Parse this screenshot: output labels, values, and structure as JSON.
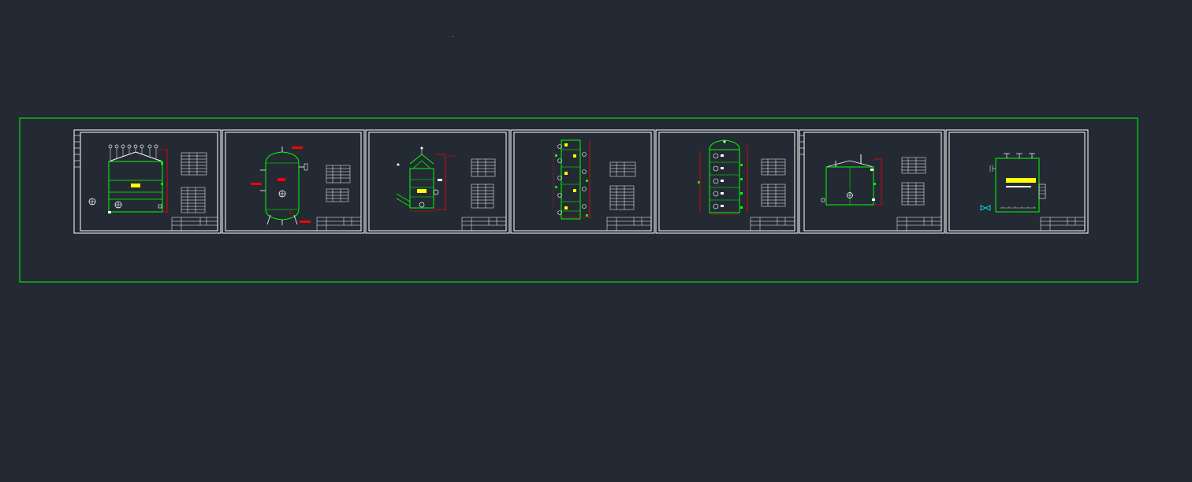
{
  "viewport": {
    "background": "#232a33",
    "frame_color": "#00ff00",
    "line_color": "#ffffff",
    "accent_red": "#ff0000",
    "accent_yellow": "#ffff00"
  },
  "drawing": {
    "sheets": [
      {
        "id": "sheet-1",
        "vessel": "vertical-storage-tank"
      },
      {
        "id": "sheet-2",
        "vessel": "pressure-vessel"
      },
      {
        "id": "sheet-3",
        "vessel": "scrubber-tower"
      },
      {
        "id": "sheet-4",
        "vessel": "packed-column"
      },
      {
        "id": "sheet-5",
        "vessel": "multi-stage-tower"
      },
      {
        "id": "sheet-6",
        "vessel": "flat-roof-tank"
      },
      {
        "id": "sheet-7",
        "vessel": "rectangular-tank"
      }
    ]
  }
}
